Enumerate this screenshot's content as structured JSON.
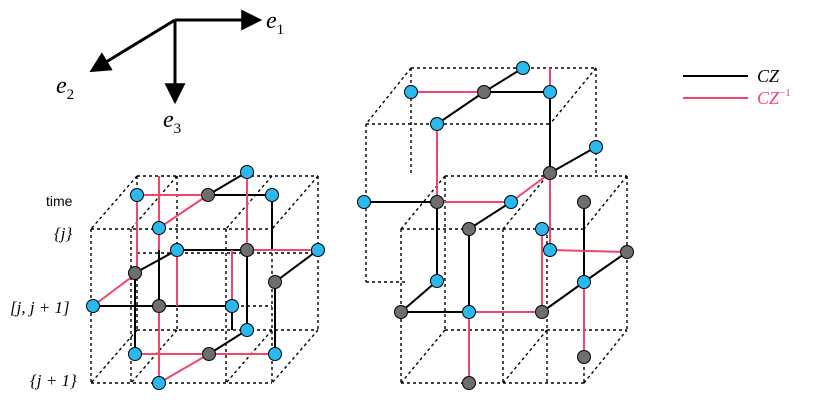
{
  "axes": {
    "e1": "e",
    "e1_sub": "1",
    "e2": "e",
    "e2_sub": "2",
    "e3": "e",
    "e3_sub": "3"
  },
  "time_labels": {
    "time": "time",
    "j": "{j}",
    "j_j1": "[j, j + 1]",
    "j1": "{j + 1}"
  },
  "legend": {
    "black_label": "CZ",
    "red_label": "CZ",
    "red_sup": "−1",
    "black_color": "#000000",
    "red_color": "#f0466e"
  },
  "colors": {
    "qubit_blue": "#2ab8ee",
    "qubit_gray": "#6e6e6e",
    "edge_black": "#000000",
    "edge_red": "#f0466e",
    "dashed": "#000000"
  }
}
